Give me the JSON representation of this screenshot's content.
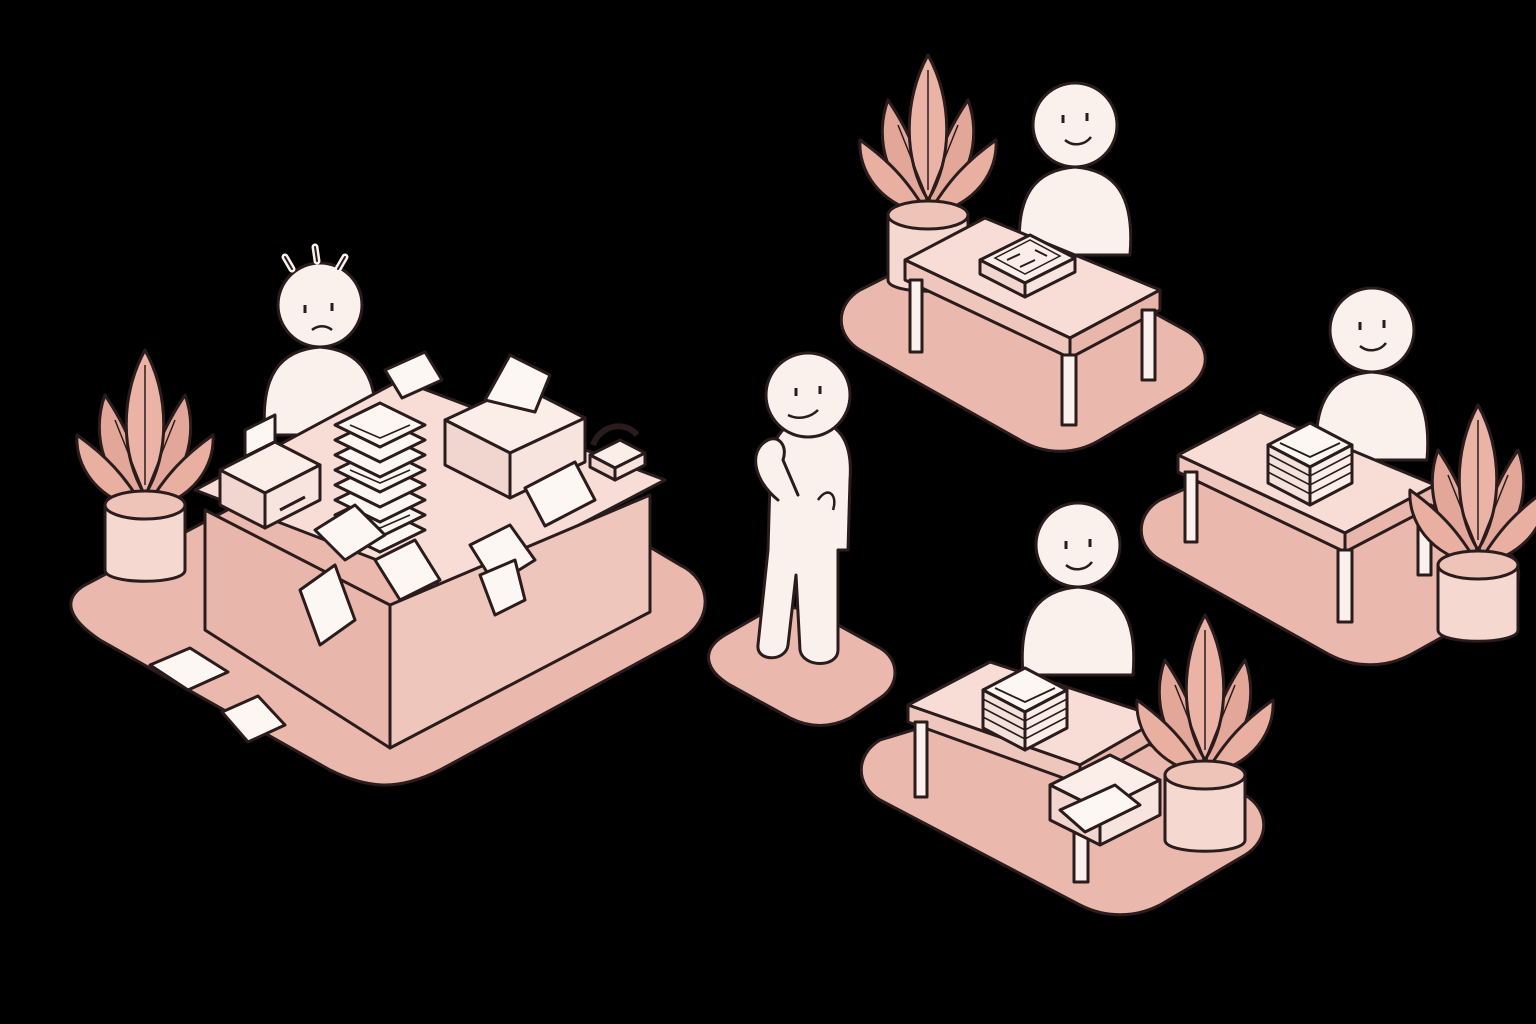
{
  "colors": {
    "background": "#000000",
    "floor": "#ebb8ad",
    "floor_inner": "#f3cdc4",
    "desk_top": "#f7ddd6",
    "desk_side": "#efc6bc",
    "desk_front": "#e8b6aa",
    "figure": "#fbf1ec",
    "paper": "#fdf7f4",
    "plant_leaf": "#e2a798",
    "pot": "#f5d9d1",
    "outline": "#2a1c1c"
  },
  "scene": {
    "stations": [
      {
        "name": "overwhelmed-worker-station",
        "mood": "stressed",
        "desk": "large-cluttered-desk",
        "items": [
          "cash-register",
          "paper-stack",
          "printer",
          "telephone",
          "scattered-papers",
          "potted-plant"
        ]
      },
      {
        "name": "thinking-person",
        "mood": "pondering"
      },
      {
        "name": "calm-worker-station-top",
        "mood": "happy",
        "desk": "small-desk",
        "items": [
          "cash-register",
          "potted-plant"
        ]
      },
      {
        "name": "calm-worker-station-right",
        "mood": "happy",
        "desk": "small-desk",
        "items": [
          "envelope-stack",
          "potted-plant"
        ]
      },
      {
        "name": "calm-worker-station-bottom",
        "mood": "happy",
        "desk": "small-desk",
        "items": [
          "envelope-stack",
          "printer",
          "potted-plant"
        ]
      }
    ]
  }
}
